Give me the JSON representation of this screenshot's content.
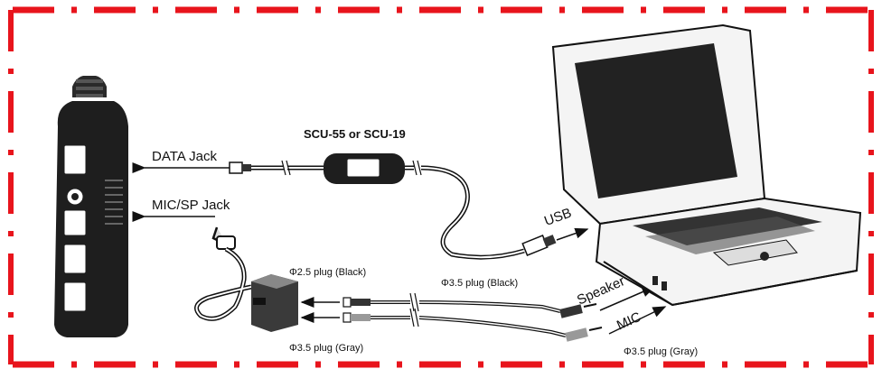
{
  "labels": {
    "cable_name": "SCU-55 or SCU-19",
    "data_jack": "DATA Jack",
    "mic_sp_jack": "MIC/SP Jack",
    "usb": "USB",
    "speaker": "Speaker",
    "mic": "MIC",
    "plug_25_black": "Φ2.5 plug (Black)",
    "plug_35_gray_left": "Φ3.5 plug (Gray)",
    "plug_35_black": "Φ3.5 plug (Black)",
    "plug_35_gray_right": "Φ3.5 plug (Gray)"
  },
  "colors": {
    "border_dash": "#e8141c",
    "ink": "#111111",
    "device_body": "#1e1e1e",
    "laptop_fill": "#f4f4f4",
    "screen": "#222222"
  },
  "icons": {
    "radio": "handheld-radio-icon",
    "laptop": "laptop-icon",
    "adapter": "interface-adapter-icon"
  }
}
